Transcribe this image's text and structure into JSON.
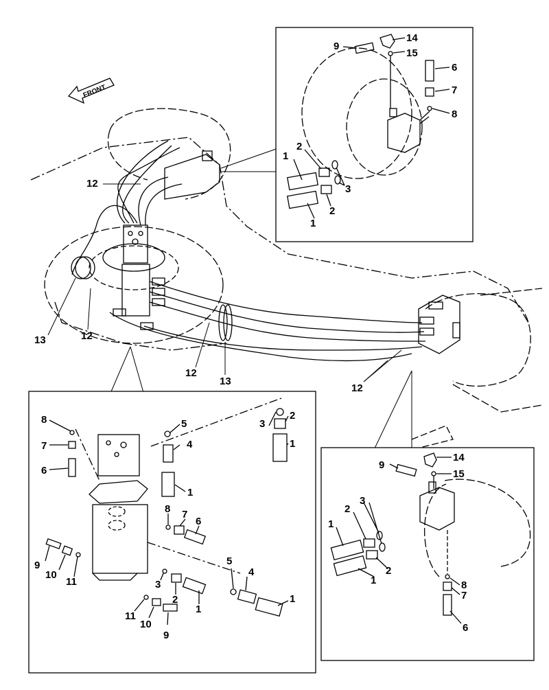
{
  "front_label": "FRONT",
  "callouts": {
    "c1": "1",
    "c2": "2",
    "c3": "3",
    "c4": "4",
    "c5": "5",
    "c6": "6",
    "c7": "7",
    "c8": "8",
    "c9": "9",
    "c10": "10",
    "c11": "11",
    "c12": "12",
    "c13": "13",
    "c14": "14",
    "c15": "15"
  },
  "colors": {
    "line": "#000000",
    "background": "#ffffff"
  },
  "panels": [
    "detail-top-right",
    "detail-bottom-left",
    "detail-bottom-right"
  ]
}
